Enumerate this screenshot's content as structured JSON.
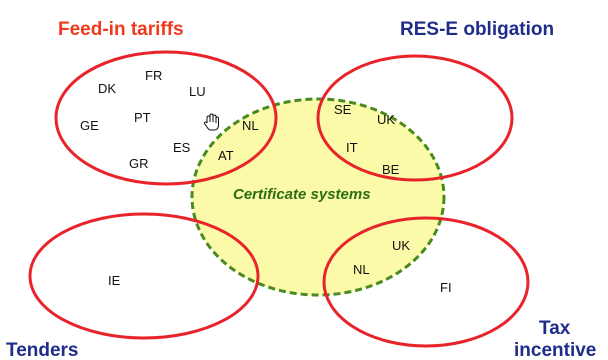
{
  "titles": {
    "feed_in_tariffs": "Feed-in tariffs",
    "res_e_obligation": "RES-E obligation",
    "tenders": "Tenders",
    "tax_line1": "Tax",
    "tax_line2": "incentive"
  },
  "center_label": "Certificate systems",
  "countries": {
    "feed_in": [
      "DK",
      "FR",
      "LU",
      "GE",
      "PT",
      "NL",
      "ES",
      "AT",
      "GR"
    ],
    "res_e": [
      "SE",
      "UK",
      "IT",
      "BE"
    ],
    "tenders": [
      "IE"
    ],
    "tax": [
      "UK",
      "NL",
      "FI"
    ]
  },
  "colors": {
    "feed_in_title": "#f03a1e",
    "res_e_title": "#1f2d8a",
    "tenders_title": "#1f2d8a",
    "tax_title": "#1f2d8a",
    "ellipse_stroke": "#e8232a",
    "center_fill": "#fafaa8",
    "center_stroke": "#4a8a1e",
    "center_text": "#2f6e10"
  },
  "icons": {
    "cursor": "hand-cursor-icon"
  }
}
